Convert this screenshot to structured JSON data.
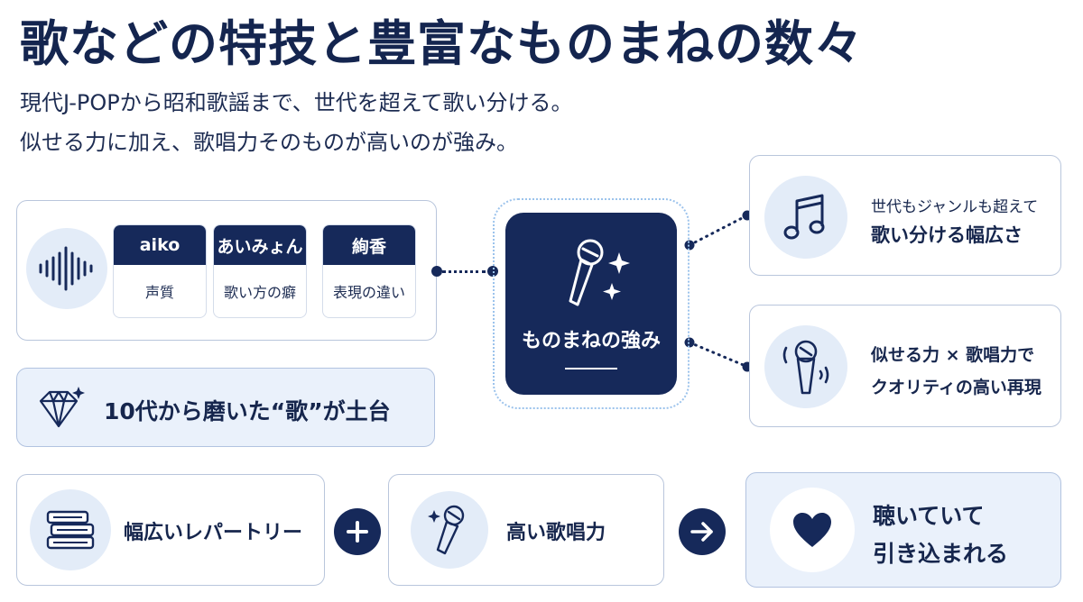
{
  "title": "歌などの特技と豊富なものまねの数々",
  "subtitle_lines": [
    "現代J-POPから昭和歌謡まで、世代を超えて歌い分ける。",
    "似せる力に加え、歌唱力そのものが高いのが強み。"
  ],
  "artists": [
    {
      "name": "aiko",
      "trait": "声質"
    },
    {
      "name": "あいみょん",
      "trait": "歌い方の癖"
    },
    {
      "name": "絢香",
      "trait": "表現の違い"
    }
  ],
  "foundation": {
    "label": "10代から磨いた“歌”が土台"
  },
  "center": {
    "label": "ものまねの強み"
  },
  "right_cards": [
    {
      "line1": "世代もジャンルも超えて",
      "line2": "歌い分ける幅広さ"
    },
    {
      "line1": "似せる力 × 歌唱力で",
      "line2": "クオリティの高い再現"
    }
  ],
  "bottom": {
    "item1": "幅広いレパートリー",
    "item2": "高い歌唱力",
    "result_line1": "聴いていて",
    "result_line2": "引き込まれる"
  },
  "colors": {
    "navy": "#16295a",
    "light_blue": "#e3ecf8",
    "border": "#b9c6dc"
  }
}
